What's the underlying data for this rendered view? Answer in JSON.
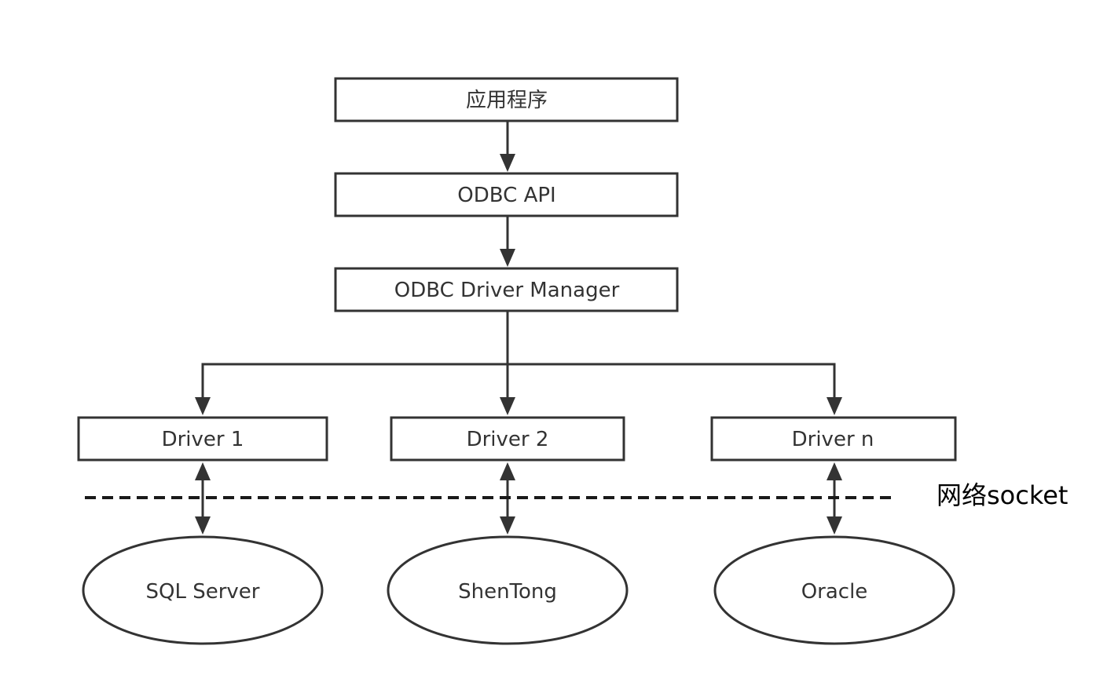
{
  "diagram": {
    "nodes": {
      "app": "应用程序",
      "odbc_api": "ODBC API",
      "driver_manager": "ODBC Driver Manager",
      "driver_1": "Driver 1",
      "driver_2": "Driver 2",
      "driver_n": "Driver n",
      "sql_server": "SQL Server",
      "shentong": "ShenTong",
      "oracle": "Oracle"
    },
    "network_boundary_label": "网络socket",
    "colors": {
      "stroke": "#333333",
      "background": "#ffffff"
    }
  }
}
